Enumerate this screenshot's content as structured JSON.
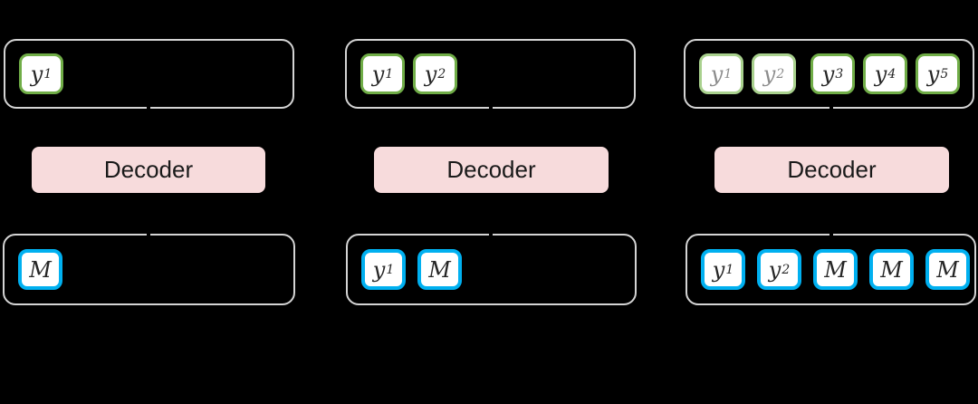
{
  "colors": {
    "bg": "#000000",
    "container-border": "#D4D4D4",
    "token-fill": "#FFFFFF",
    "green-active": "#70AD47",
    "green-faded": "#A9D18E",
    "blue": "#00B0F0",
    "pink": "#F7DBDC",
    "ink": "#1A1A1A",
    "token-ink": "#262626",
    "faded-ink": "#8C8C8C"
  },
  "panels": [
    {
      "id": "step-1",
      "decoder_label": "Decoder",
      "output_tokens": [
        {
          "text": "y",
          "sub": "1",
          "style": "active"
        }
      ],
      "input_tokens": [
        {
          "text": "M",
          "sub": "",
          "style": "mask"
        }
      ]
    },
    {
      "id": "step-2",
      "decoder_label": "Decoder",
      "output_tokens": [
        {
          "text": "y",
          "sub": "1",
          "style": "active"
        },
        {
          "text": "y",
          "sub": "2",
          "style": "active"
        }
      ],
      "input_tokens": [
        {
          "text": "y",
          "sub": "1",
          "style": "mask"
        },
        {
          "text": "M",
          "sub": "",
          "style": "mask"
        }
      ]
    },
    {
      "id": "step-3",
      "decoder_label": "Decoder",
      "output_tokens": [
        {
          "text": "y",
          "sub": "1",
          "style": "faded"
        },
        {
          "text": "y",
          "sub": "2",
          "style": "faded"
        },
        {
          "text": "y",
          "sub": "3",
          "style": "active"
        },
        {
          "text": "y",
          "sub": "4",
          "style": "active"
        },
        {
          "text": "y",
          "sub": "5",
          "style": "active"
        }
      ],
      "input_tokens": [
        {
          "text": "y",
          "sub": "1",
          "style": "mask"
        },
        {
          "text": "y",
          "sub": "2",
          "style": "mask"
        },
        {
          "text": "M",
          "sub": "",
          "style": "mask"
        },
        {
          "text": "M",
          "sub": "",
          "style": "mask"
        },
        {
          "text": "M",
          "sub": "",
          "style": "mask"
        }
      ]
    }
  ]
}
